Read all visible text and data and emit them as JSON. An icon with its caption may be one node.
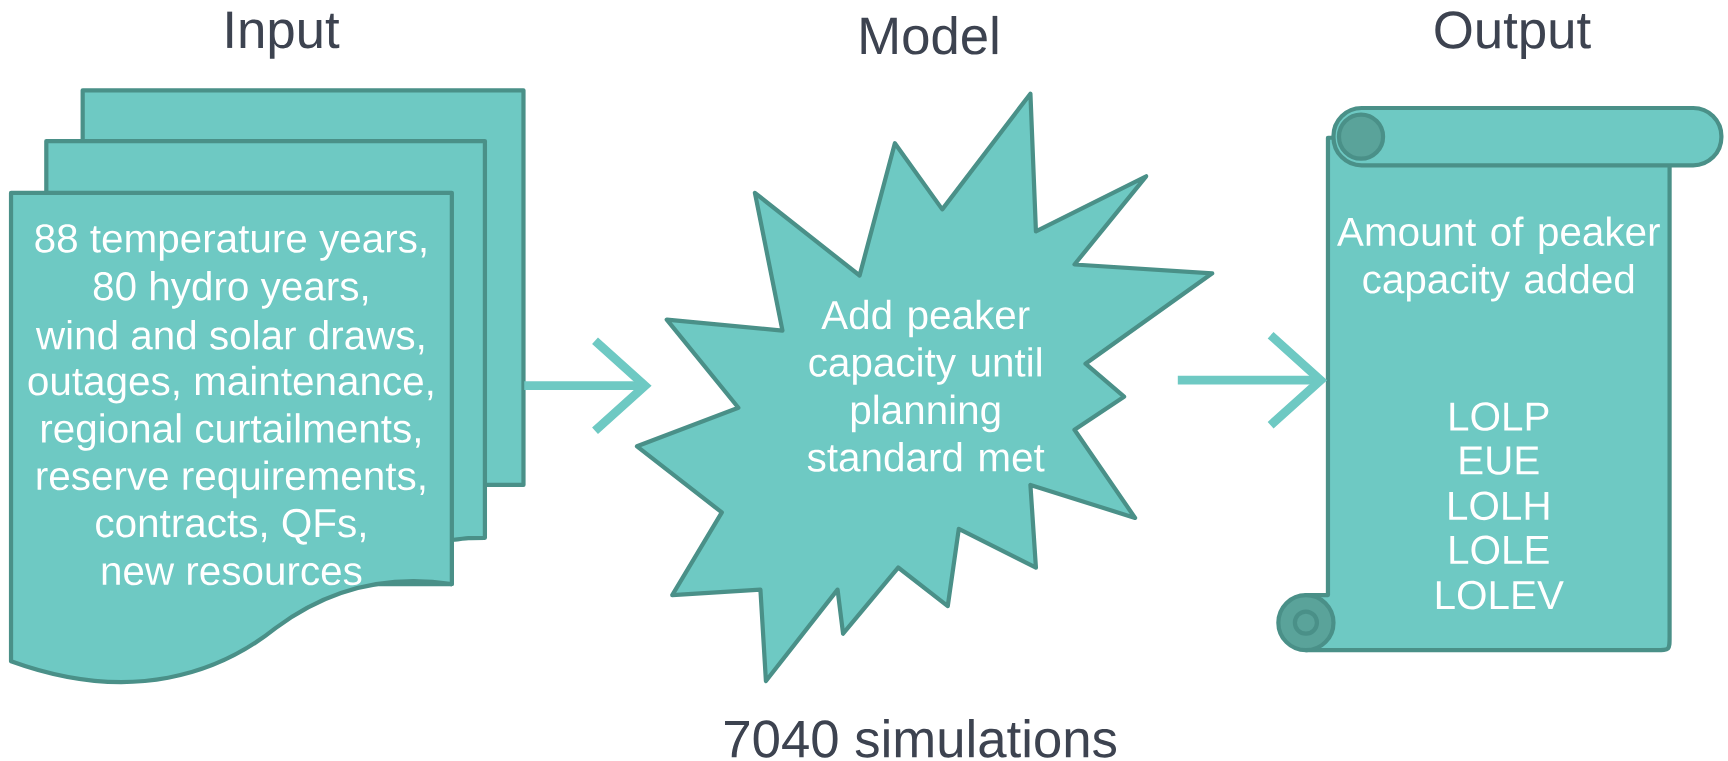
{
  "diagram": {
    "nodes": [
      {
        "text": [
          "Input",
          "88 temperature years,",
          "80 hydro years,",
          "wind and solar draws,",
          "outages, maintenance,",
          "regional curtailments,",
          "reserve requirements,",
          "contracts, QFs,",
          "new resources"
        ]
      },
      {
        "text": [
          "Model",
          "Add peaker capacity until planning standard met"
        ],
        "beside": [
          "7040 simulations"
        ]
      },
      {
        "text": [
          "Output",
          "Amount of peaker capacity added",
          "LOLP",
          "EUE",
          "LOLH",
          "LOLE",
          "LOLEV"
        ]
      }
    ],
    "edges": [
      {
        "from": 0,
        "to": 1,
        "arrow": "to"
      },
      {
        "from": 1,
        "to": 2,
        "arrow": "to"
      }
    ]
  }
}
